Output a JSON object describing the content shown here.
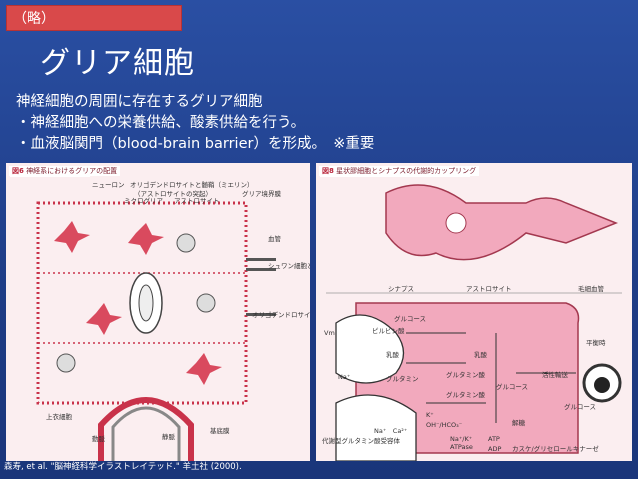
{
  "tag": "（略）",
  "title": "グリア細胞",
  "bullets": [
    "神経細胞の周囲に存在するグリア細胞",
    "・神経細胞への栄養供給、酸素供給を行う。",
    "・血液脳関門（blood-brain barrier）を形成。　※重要"
  ],
  "figure_left": {
    "number": "図6",
    "heading": "神経系におけるグリアの配置",
    "labels": {
      "top1": "ニューロン",
      "top2": "オリゴデンドロサイトと髄鞘（ミエリン）",
      "top3": "（アストロサイトの突起）",
      "top4": "グリア境界膜",
      "top5": "ミクログリア",
      "top6": "アストロサイト",
      "r1": "血管",
      "r2": "シュワン細胞と髄鞘",
      "r3": "オリゴデンドロサイトと髄鞘",
      "b1": "上衣細胞",
      "b2": "動脈",
      "b3": "静脈",
      "b4": "基底膜"
    }
  },
  "figure_right": {
    "number": "図8",
    "heading": "星状膠細胞とシナプスの代謝的カップリング",
    "labels": {
      "col1": "シナプス",
      "col2": "アストロサイト",
      "col3": "毛細血管",
      "vm": "Vm",
      "glu1": "グルコース",
      "glu2": "グルコース",
      "glu3": "グルコース",
      "lac1": "乳酸",
      "lac2": "乳酸",
      "glut1": "グルタミン",
      "glut2": "グルタミン酸",
      "glut3": "グルタミン酸",
      "pir": "ピルビン酸",
      "atp": "ATP",
      "adp": "ADP",
      "na": "Na⁺",
      "k": "K⁺",
      "oh": "OH⁻/HCO₃⁻",
      "gly": "解糖",
      "hex": "カスケ/グリセロールキナーゼ",
      "trans": "活性輸送",
      "eq": "平衡時",
      "nak": "Na⁺/K⁺\nATPase",
      "ca": "Na⁺　Ca²⁺",
      "pre": "代謝型グルタミン酸受容体"
    }
  },
  "caption": "森寿, et al. \"脳神経科学イラストレイテッド.\" 羊土社 (2000).",
  "colors": {
    "background": "#1e3c86",
    "tag": "#d9494a",
    "figure_bg": "#fbeef0",
    "astro_pink": "#f2a9bd",
    "text": "#ffffff"
  }
}
